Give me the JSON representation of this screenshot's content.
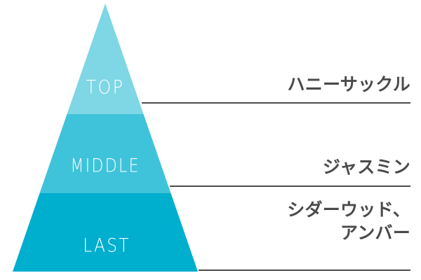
{
  "diagram": {
    "type": "fragrance-pyramid",
    "background_color": "#ffffff",
    "line_color": "#4d4d4d",
    "note_text_color": "#4a4a4a",
    "tiers": [
      {
        "id": "top",
        "label": "TOP",
        "color": "#7FD6E4",
        "note": "ハニーサックル"
      },
      {
        "id": "middle",
        "label": "MIDDLE",
        "color": "#3FC3DA",
        "note": "ジャスミン"
      },
      {
        "id": "last",
        "label": "LAST",
        "color": "#00AECE",
        "note": "シダーウッド、\nアンバー"
      }
    ]
  }
}
